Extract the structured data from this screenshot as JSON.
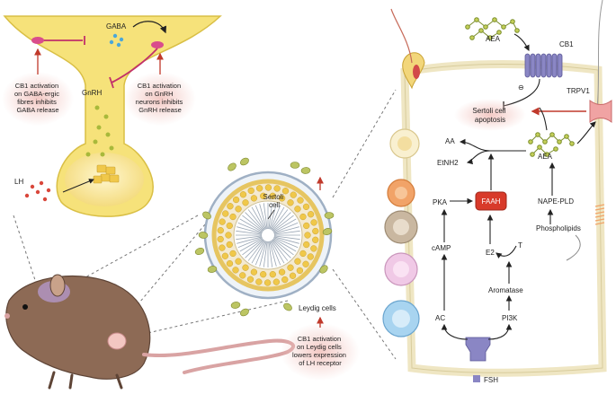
{
  "hypothalamus": {
    "gaba_label": "GABA",
    "gnrh_label": "GnRH",
    "lh_label": "LH",
    "note_gaba": [
      "CB1 activation",
      "on GABA-ergic",
      "fibres inhibits",
      "GABA release"
    ],
    "note_gnrh": [
      "CB1 activation",
      "on GnRH",
      "neurons inhibits",
      "GnRH release"
    ]
  },
  "testis": {
    "sertoli_label": [
      "Sertoli",
      "cell"
    ],
    "leydig_label": "Leydig cells",
    "note_leydig": [
      "CB1 activation",
      "on Leydig cells",
      "lowers expression",
      "of LH receptor"
    ]
  },
  "cell": {
    "aea_top": "AEA",
    "cb1": "CB1",
    "trpv1": "TRPV1",
    "apoptosis": [
      "Sertoli cell",
      "apoptosis"
    ],
    "minus": "⊖",
    "aa": "AA",
    "etnh2": "EtNH2",
    "aea_mid": "AEA",
    "pka": "PKA",
    "faah": "FAAH",
    "nape_pld": "NAPE-PLD",
    "phospholipids": "Phospholipids",
    "e2": "E2",
    "t": "T",
    "camp": "cAMP",
    "aromatase": "Aromatase",
    "ac": "AC",
    "pi3k": "PI3K",
    "fsh": "FSH"
  },
  "colors": {
    "neuron_yellow": "#f6e27a",
    "cell_membrane": "#efe6c3",
    "red_glow": "#f3c7c2",
    "faah_red": "#d83a2a",
    "receptor_purple": "#8a86c4",
    "mouse_brown": "#8d6a55"
  }
}
